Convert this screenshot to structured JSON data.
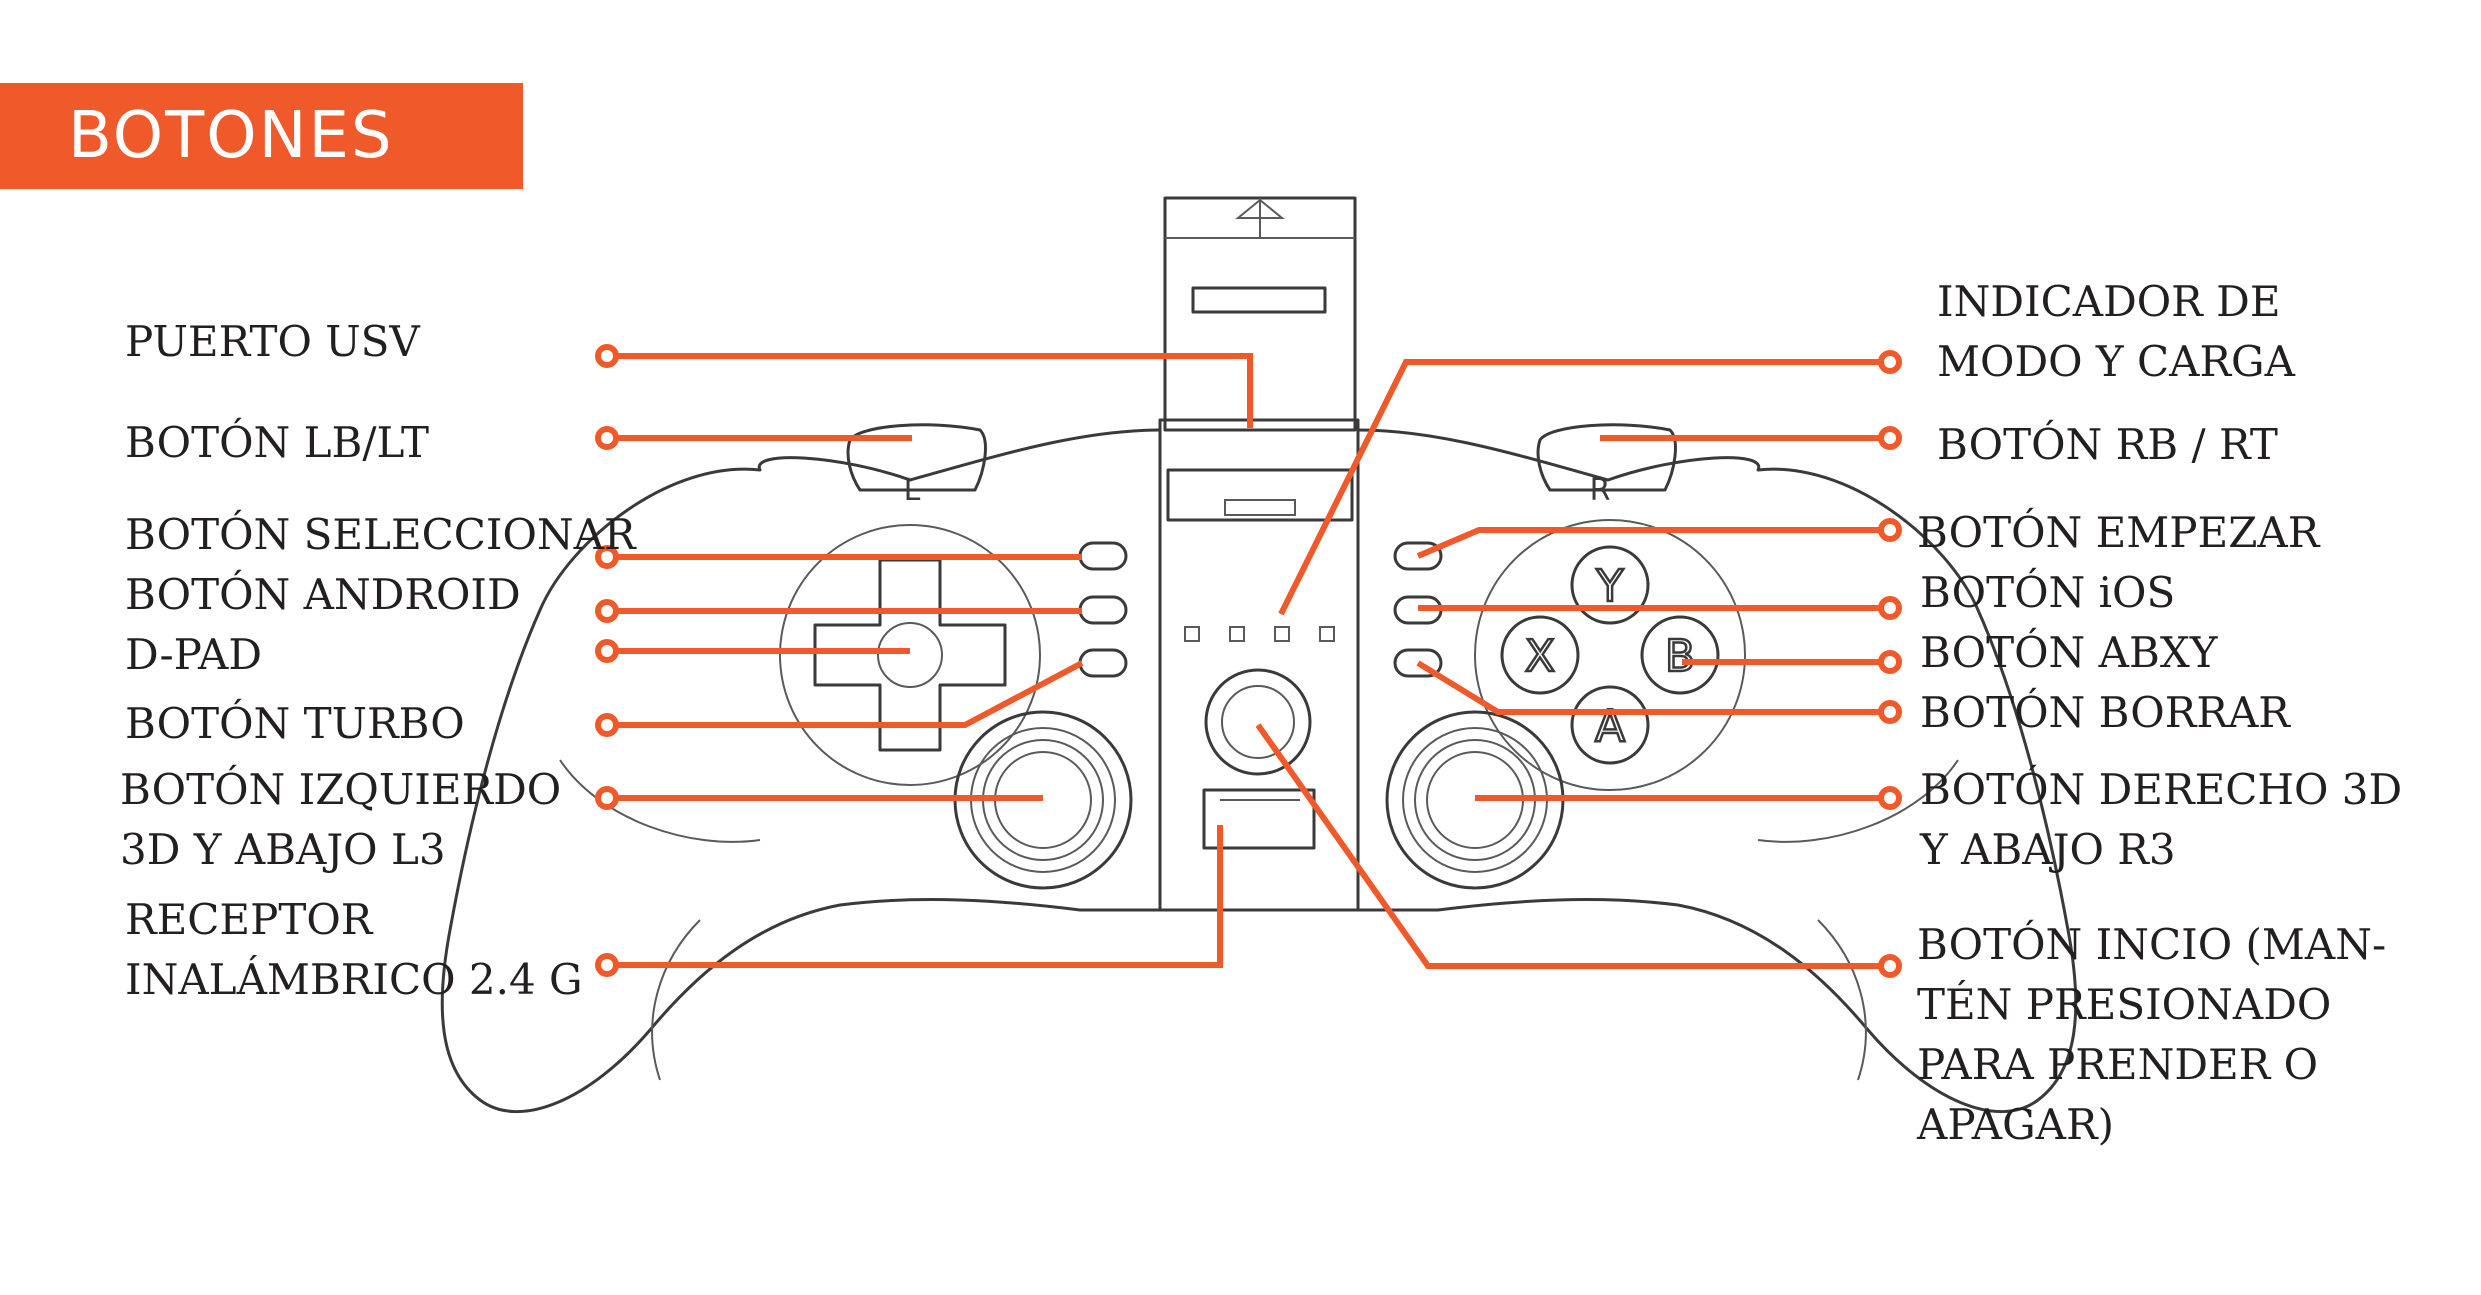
{
  "banner": {
    "title": "BOTONES"
  },
  "colors": {
    "accent": "#f0592a",
    "text": "#231f20",
    "outline": "#3a3a3a"
  },
  "controller": {
    "bumper_left_mark": "L",
    "bumper_right_mark": "R",
    "face_buttons": {
      "y": "Y",
      "x": "X",
      "b": "B",
      "a": "A"
    }
  },
  "labels": {
    "left": {
      "usb_port": "PUERTO USV",
      "lb_lt": "BOTÓN LB/LT",
      "select": "BOTÓN SELECCIONAR",
      "android": "BOTÓN ANDROID",
      "dpad": "D-PAD",
      "turbo": "BOTÓN TURBO",
      "left_stick_1": "BOTÓN IZQUIERDO",
      "left_stick_2": "3D Y ABAJO L3",
      "receiver_1": "RECEPTOR",
      "receiver_2": "INALÁMBRICO 2.4 G"
    },
    "right": {
      "indicator_1": "INDICADOR DE",
      "indicator_2": "MODO Y CARGA",
      "rb_rt": "BOTÓN RB / RT",
      "start": "BOTÓN EMPEZAR",
      "ios": "BOTÓN iOS",
      "abxy": "BOTÓN ABXY",
      "clear": "BOTÓN BORRAR",
      "right_stick_1": "BOTÓN DERECHO 3D",
      "right_stick_2": "Y ABAJO R3",
      "home_1": "BOTÓN INCIO (MAN-",
      "home_2": "TÉN PRESIONADO",
      "home_3": "PARA PRENDER O",
      "home_4": "APAGAR)"
    }
  }
}
